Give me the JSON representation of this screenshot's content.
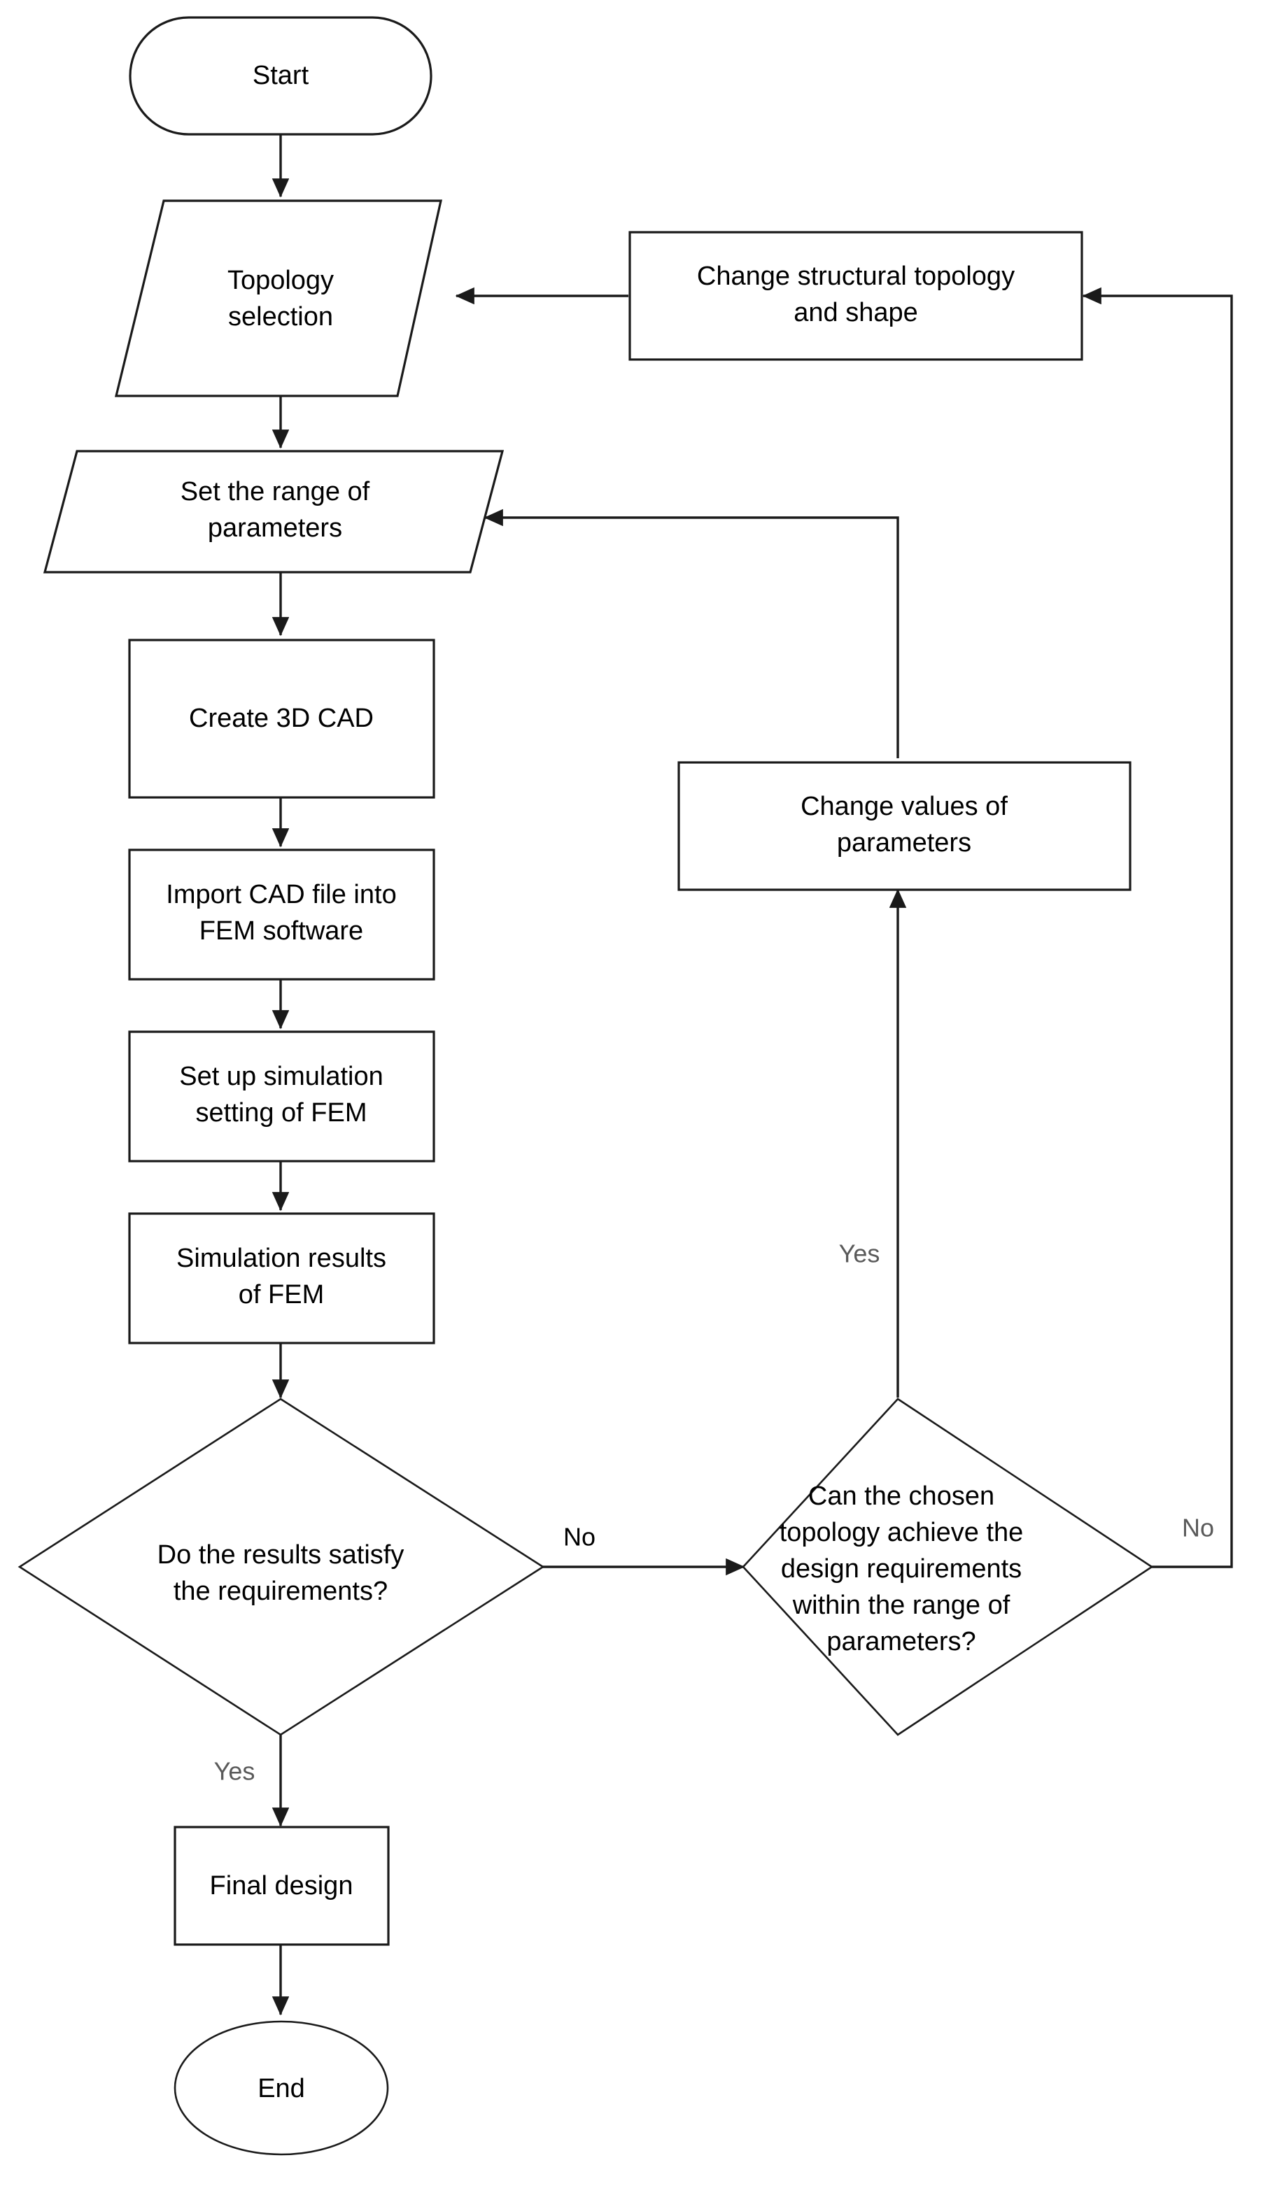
{
  "diagram": {
    "title": "Design optimization flowchart",
    "background_color": "#ffffff",
    "stroke_color": "#1a1a1a",
    "text_color": "#000000",
    "muted_label_color": "#5a5a5a"
  },
  "nodes": {
    "start": {
      "label": "Start",
      "shape": "stadium"
    },
    "topology_selection": {
      "line1": "Topology",
      "line2": "selection",
      "shape": "parallelogram"
    },
    "change_structural": {
      "line1": "Change structural topology",
      "line2": "and shape",
      "shape": "rectangle"
    },
    "set_range": {
      "line1": "Set the range of",
      "line2": "parameters",
      "shape": "parallelogram"
    },
    "create_cad": {
      "line1": "Create 3D CAD",
      "shape": "rectangle"
    },
    "import_cad": {
      "line1": "Import CAD file into",
      "line2": "FEM software",
      "shape": "rectangle"
    },
    "setup_sim": {
      "line1": "Set up simulation",
      "line2": "setting of FEM",
      "shape": "rectangle"
    },
    "sim_results": {
      "line1": "Simulation results",
      "line2": "of FEM",
      "shape": "rectangle"
    },
    "change_values": {
      "line1": "Change values of",
      "line2": "parameters",
      "shape": "rectangle"
    },
    "decision_results": {
      "line1": "Do the results satisfy",
      "line2": "the requirements?",
      "shape": "diamond"
    },
    "decision_topology": {
      "line1": "Can the chosen",
      "line2": "topology achieve the",
      "line3": "design requirements",
      "line4": "within the range of",
      "line5": "parameters?",
      "shape": "diamond"
    },
    "final_design": {
      "label": "Final design",
      "shape": "rectangle"
    },
    "end": {
      "label": "End",
      "shape": "ellipse"
    }
  },
  "edge_labels": {
    "results_no": "No",
    "results_yes": "Yes",
    "topology_yes": "Yes",
    "topology_no": "No"
  }
}
